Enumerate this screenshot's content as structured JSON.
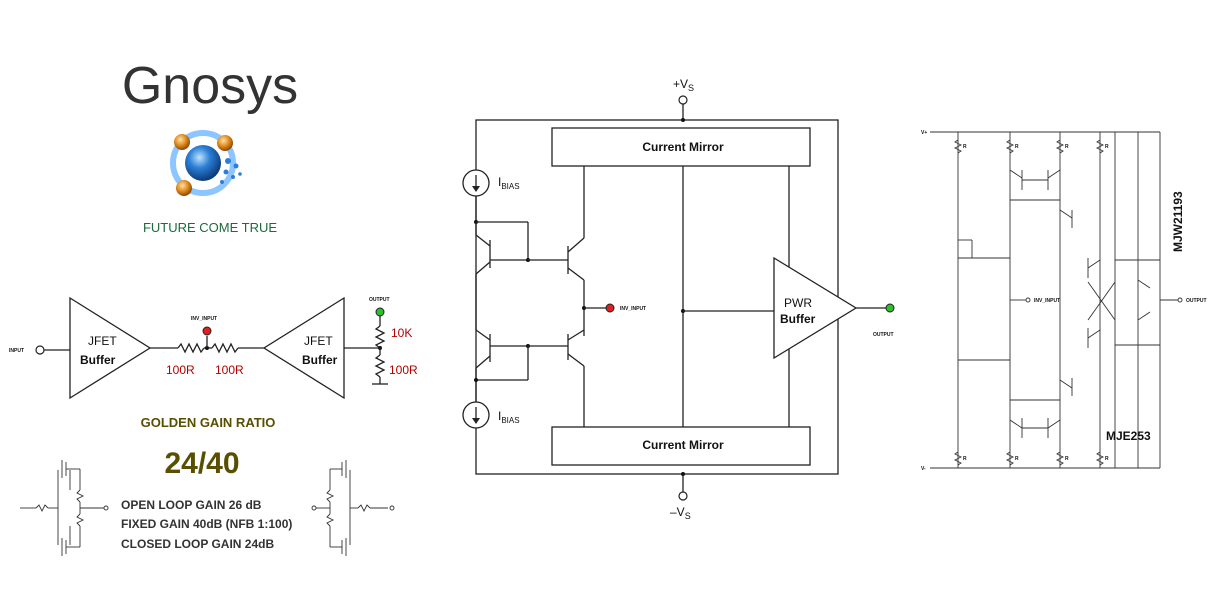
{
  "brand": {
    "name": "Gnosys",
    "tagline": "FUTURE COME TRUE",
    "colors": {
      "name": "#333333",
      "tagline": "#1c6b3c",
      "gold": "#5a4e00",
      "resistor": "#b30000"
    }
  },
  "topology": {
    "input_label": "INPUT",
    "buffer1": {
      "line1": "JFET",
      "line2": "Buffer"
    },
    "buffer2": {
      "line1": "JFET",
      "line2": "Buffer"
    },
    "inv_input_label": "INV_INPUT",
    "output_label": "OUTPUT",
    "r_series_1": "100R",
    "r_series_2": "100R",
    "r_feedback_top": "10K",
    "r_feedback_bottom": "100R"
  },
  "ratio": {
    "title": "GOLDEN GAIN RATIO",
    "value": "24/40",
    "lines": [
      "OPEN LOOP GAIN 26 dB",
      "FIXED GAIN 40dB (NFB 1:100)",
      "CLOSED LOOP GAIN 24dB"
    ]
  },
  "block": {
    "vplus_main": "+V",
    "vplus_sub": "S",
    "vminus_main": "–V",
    "vminus_sub": "S",
    "mirror_top": "Current Mirror",
    "mirror_bottom": "Current Mirror",
    "ibias_top_main": "I",
    "ibias_top_sub": "BIAS",
    "ibias_bottom_main": "I",
    "ibias_bottom_sub": "BIAS",
    "inv_input_label": "INV_INPUT",
    "pwr_line1": "PWR",
    "pwr_line2": "Buffer",
    "output_label": "OUTPUT"
  },
  "detail": {
    "vplus": "V+",
    "vminus": "V-",
    "inv_input_label": "INV_INPUT",
    "output_label": "OUTPUT",
    "part_top": "MJW21193",
    "part_bottom": "MJE253",
    "r_label": "R"
  }
}
